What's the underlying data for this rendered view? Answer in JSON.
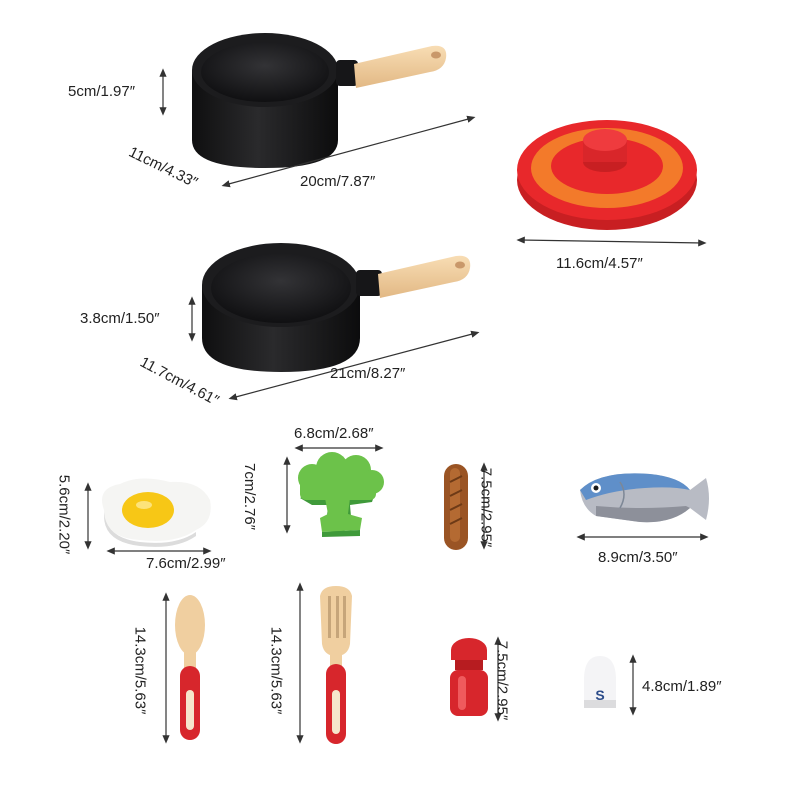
{
  "measurements": {
    "pot_large_height": "5cm/1.97″",
    "pot_large_depth": "11cm/4.33″",
    "pot_large_length": "20cm/7.87″",
    "lid_diameter": "11.6cm/4.57″",
    "pot_small_height": "3.8cm/1.50″",
    "pot_small_depth": "11.7cm/4.61″",
    "pot_small_length": "21cm/8.27″",
    "broccoli_width": "6.8cm/2.68″",
    "broccoli_height": "7cm/2.76″",
    "sausage_height": "7.5cm/2.95″",
    "egg_height": "5.6cm/2.20″",
    "egg_width": "7.6cm/2.99″",
    "fish_width": "8.9cm/3.50″",
    "spoon_length": "14.3cm/5.63″",
    "spatula_length": "14.3cm/5.63″",
    "pepper_height": "7.5cm/2.95″",
    "salt_height": "4.8cm/1.89″"
  },
  "salt_letter": "S",
  "colors": {
    "pot_black": "#1c1c1e",
    "wood": "#f0cfa0",
    "lid_red": "#e8282b",
    "lid_orange": "#f37a2a",
    "broccoli_green": "#6cc24a",
    "egg_yolk": "#f7c716",
    "fish_blue": "#5f8fc9",
    "sausage_brown": "#9a5424",
    "utensil_red": "#d7262c"
  }
}
